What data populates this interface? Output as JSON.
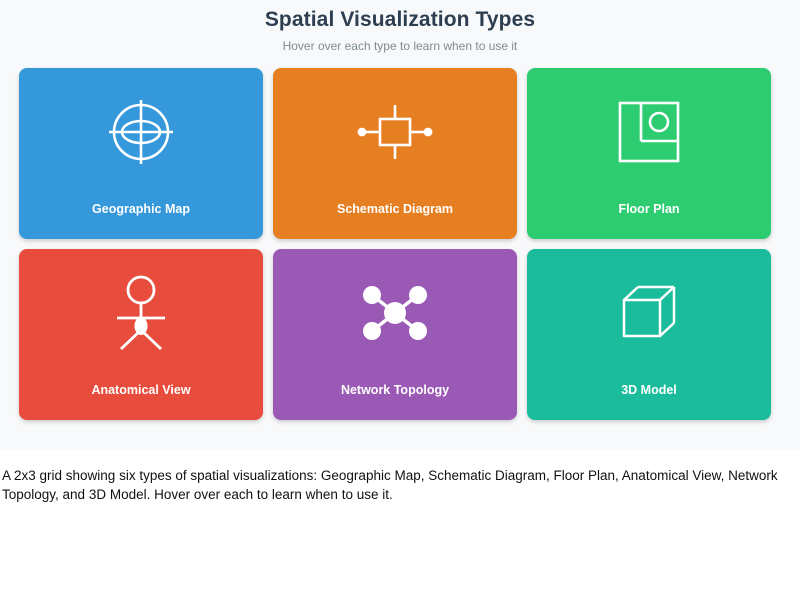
{
  "header": {
    "title": "Spatial Visualization Types",
    "subtitle": "Hover over each type to learn when to use it"
  },
  "cards": [
    {
      "label": "Geographic Map",
      "icon": "globe-icon",
      "color": "#3498db"
    },
    {
      "label": "Schematic Diagram",
      "icon": "circuit-component-icon",
      "color": "#e67e22"
    },
    {
      "label": "Floor Plan",
      "icon": "floor-plan-icon",
      "color": "#2ecc71"
    },
    {
      "label": "Anatomical View",
      "icon": "human-figure-icon",
      "color": "#e74c3c"
    },
    {
      "label": "Network Topology",
      "icon": "network-nodes-icon",
      "color": "#9b59b6"
    },
    {
      "label": "3D Model",
      "icon": "cube-icon",
      "color": "#1abc9c"
    }
  ],
  "caption": {
    "text": "A 2x3 grid showing six types of spatial visualizations: Geographic Map, Schematic Diagram, Floor Plan, Anatomical View, Network Topology, and 3D Model. Hover over each to learn when to use it."
  },
  "panel": {
    "background": "#f8f9fa"
  }
}
